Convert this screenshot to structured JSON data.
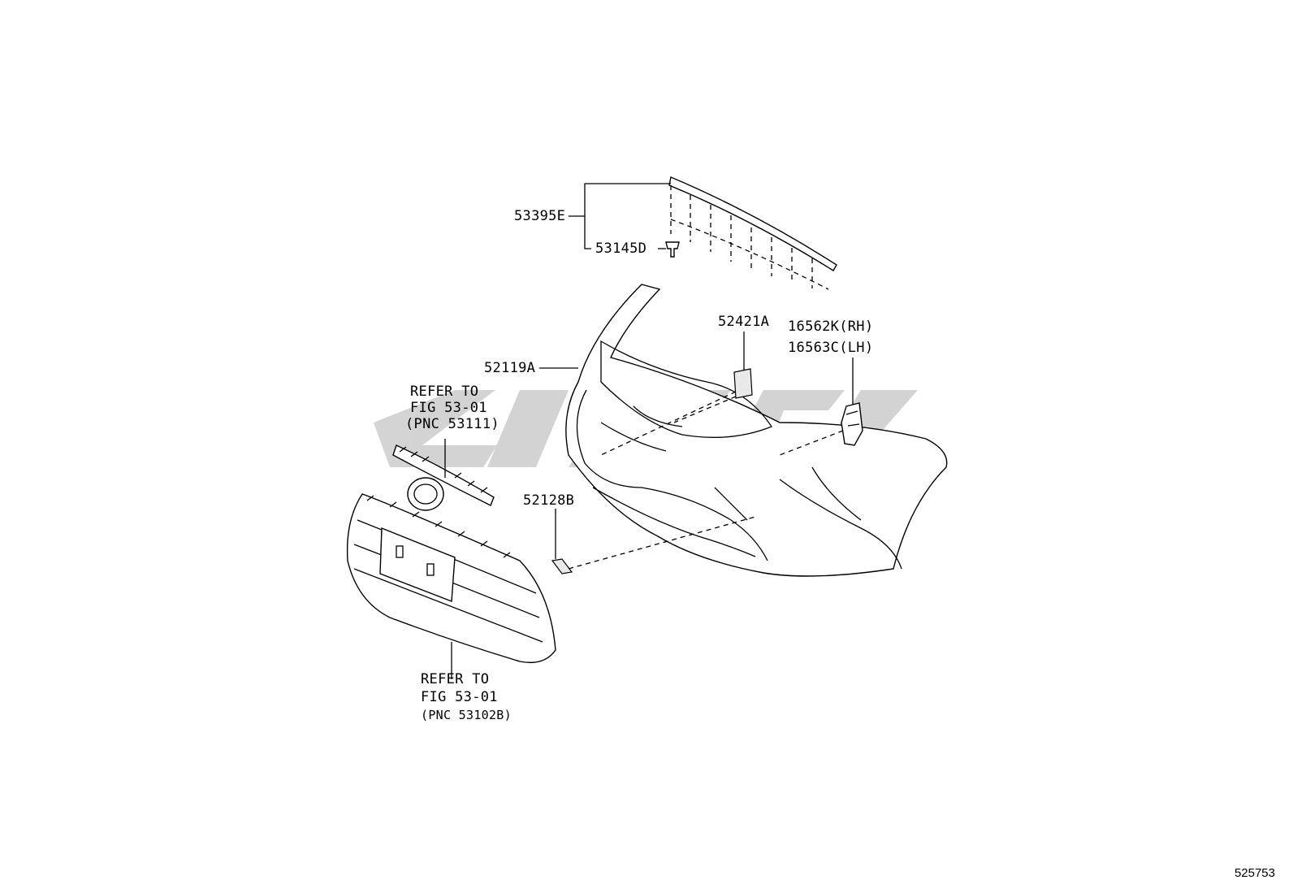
{
  "callouts": {
    "c53395E": "53395E",
    "c53145D": "53145D",
    "c52421A": "52421A",
    "c16562K": "16562K(RH)",
    "c16563C": "16563C(LH)",
    "c52119A": "52119A",
    "c52128B": "52128B"
  },
  "refer_upper": {
    "line1": "REFER TO",
    "line2": "FIG 53-01",
    "line3": "(PNC 53111)"
  },
  "refer_lower": {
    "line1": "REFER TO",
    "line2": "FIG 53-01",
    "line3": "(PNC 53102B)"
  },
  "diagram_id": "525753",
  "colors": {
    "line": "#000000",
    "watermark": "#cfcfcf",
    "background": "#ffffff"
  }
}
